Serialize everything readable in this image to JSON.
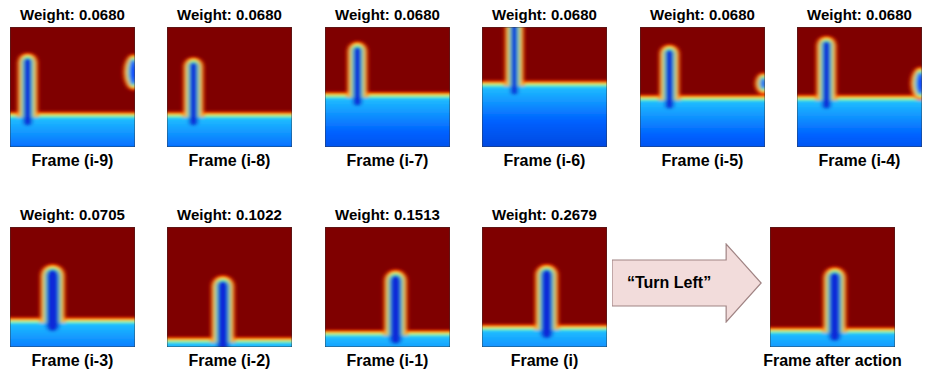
{
  "diagram": {
    "nodes": [
      {
        "text": [
          "Weight: 0.0680",
          "Frame (i-9)"
        ]
      },
      {
        "text": [
          "Weight: 0.0680",
          "Frame (i-8)"
        ]
      },
      {
        "text": [
          "Weight: 0.0680",
          "Frame (i-7)"
        ]
      },
      {
        "text": [
          "Weight: 0.0680",
          "Frame (i-6)"
        ]
      },
      {
        "text": [
          "Weight: 0.0680",
          "Frame (i-5)"
        ]
      },
      {
        "text": [
          "Weight: 0.0680",
          "Frame (i-4)"
        ]
      },
      {
        "text": [
          "Weight: 0.0705",
          "Frame (i-3)"
        ]
      },
      {
        "text": [
          "Weight: 0.1022",
          "Frame (i-2)"
        ]
      },
      {
        "text": [
          "Weight: 0.1513",
          "Frame (i-1)"
        ]
      },
      {
        "text": [
          "Weight: 0.2679",
          "Frame (i)"
        ]
      },
      {
        "text": [
          "“Turn Left”"
        ]
      },
      {
        "text": [
          "Frame after action"
        ]
      }
    ]
  }
}
